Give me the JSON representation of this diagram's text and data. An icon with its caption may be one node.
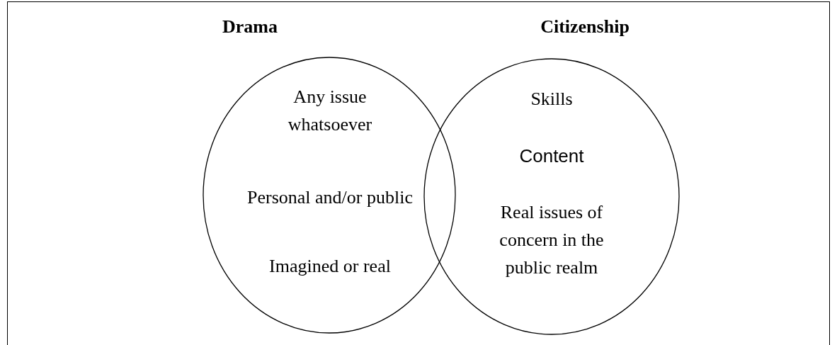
{
  "diagram": {
    "nodes": [
      {
        "text": [
          "Drama",
          "Any issue whatsoever",
          "Personal and/or public",
          "Imagined or real"
        ]
      },
      {
        "text": [
          "Citizenship",
          "Skills",
          "Content",
          "Real issues of concern in the public realm"
        ]
      }
    ]
  }
}
